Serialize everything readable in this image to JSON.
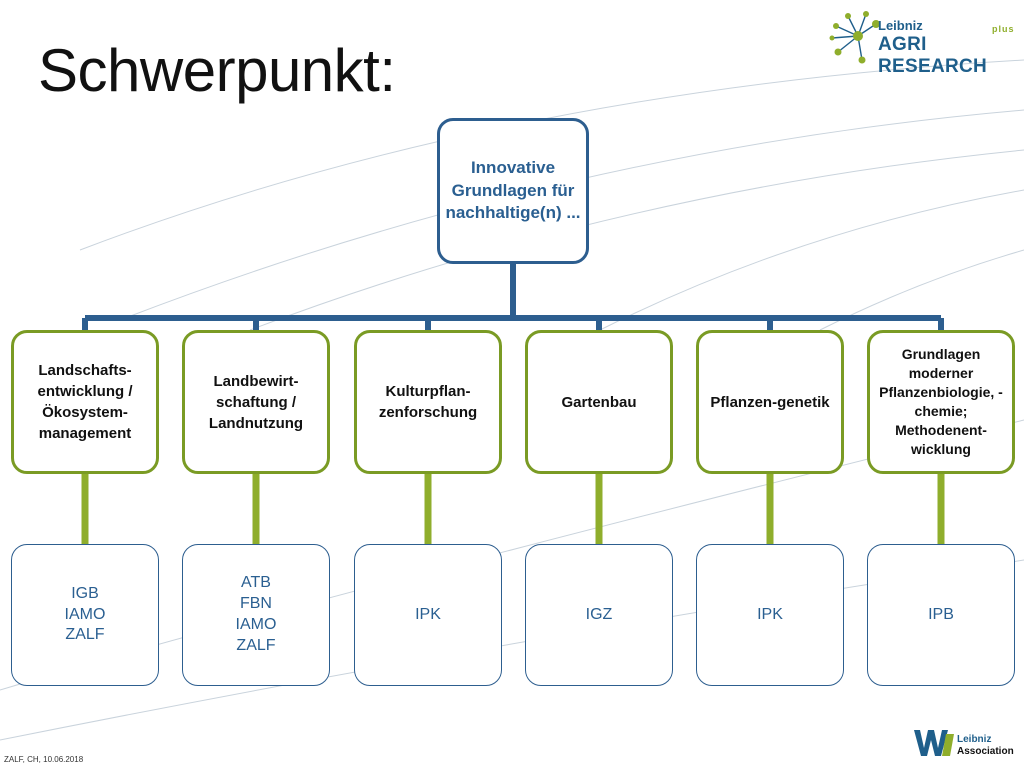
{
  "slide": {
    "title": "Schwerpunkt:",
    "footer": "ZALF, CH, 10.06.2018"
  },
  "logo": {
    "name": "Leibniz",
    "plus": "plus",
    "program": "AGRI RESEARCH",
    "color_primary": "#1f5f8b",
    "color_accent": "#8fae2c"
  },
  "association": {
    "line1": "Leibniz",
    "line2": "Association"
  },
  "root": {
    "label": "Innovative Grundlagen für nachhaltige(n) ..."
  },
  "topics": [
    {
      "label": "Landschafts-entwicklung / Ökosystem-management",
      "institutes": [
        "IGB",
        "IAMO",
        "ZALF"
      ]
    },
    {
      "label": "Landbewirt-schaftung / Landnutzung",
      "institutes": [
        "ATB",
        "FBN",
        "IAMO",
        "ZALF"
      ]
    },
    {
      "label": "Kulturpflan-zenforschung",
      "institutes": [
        "IPK"
      ]
    },
    {
      "label": "Gartenbau",
      "institutes": [
        "IGZ"
      ]
    },
    {
      "label": "Pflanzen-genetik",
      "institutes": [
        "IPK"
      ]
    },
    {
      "label": "Grundlagen moderner Pflanzenbiologie, -chemie; Methodenent-wicklung",
      "institutes": [
        "IPB"
      ]
    }
  ],
  "colors": {
    "blue": "#2d5e8f",
    "green": "#7a9b24"
  }
}
